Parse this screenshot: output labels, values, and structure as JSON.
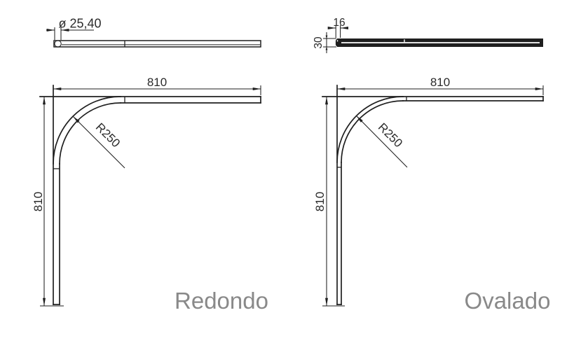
{
  "figures": {
    "left": {
      "label": "Redondo",
      "top_view": {
        "diameter": "ø 25,40"
      },
      "width": "810",
      "height": "810",
      "radius": "R250"
    },
    "right": {
      "label": "Ovalado",
      "top_view": {
        "width": "16",
        "height": "30"
      },
      "width": "810",
      "height": "810",
      "radius": "R250"
    },
    "colors": {
      "line": "#1f1f1f",
      "text": "#2b2b2b",
      "label": "#898989",
      "background": "#ffffff"
    }
  }
}
